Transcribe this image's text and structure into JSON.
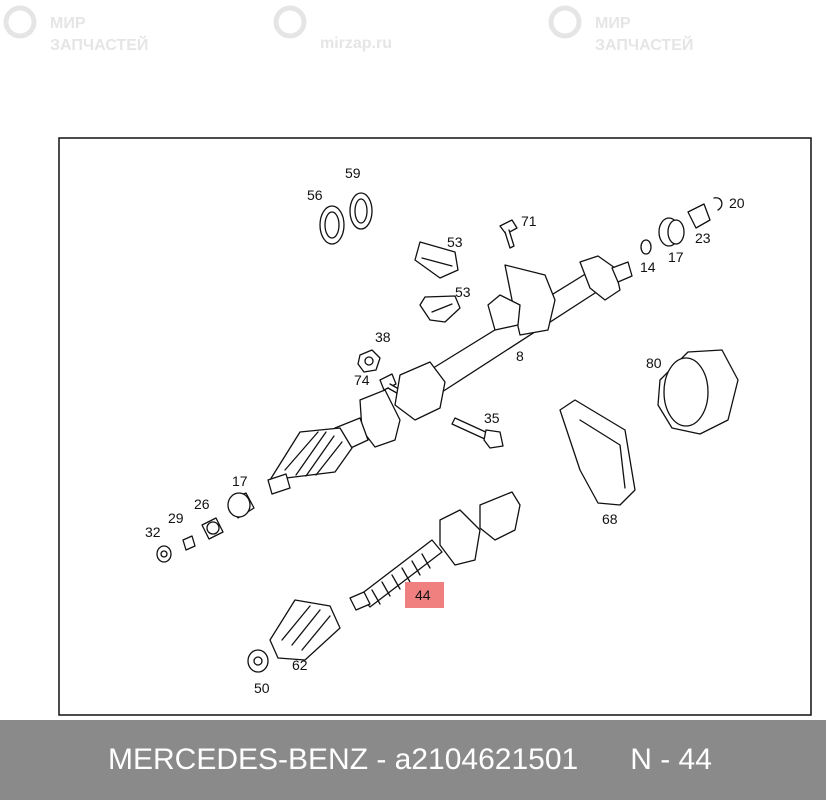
{
  "watermark": {
    "brand_line1": "МИР",
    "brand_line2": "ЗАПЧАСТЕЙ",
    "domain": "mirzap.ru"
  },
  "parts": {
    "p56": "56",
    "p59": "59",
    "p71": "71",
    "p20": "20",
    "p23": "23",
    "p53a": "53",
    "p53b": "53",
    "p14": "14",
    "p17a": "17",
    "p38": "38",
    "p8": "8",
    "p80": "80",
    "p74": "74",
    "p35": "35",
    "p17b": "17",
    "p26": "26",
    "p29": "29",
    "p32": "32",
    "p68": "68",
    "p44": "44",
    "p62": "62",
    "p50": "50"
  },
  "highlight_color": "#f08080",
  "footer": {
    "caption": "MERCEDES-BENZ - a2104621501",
    "position": "N - 44"
  }
}
